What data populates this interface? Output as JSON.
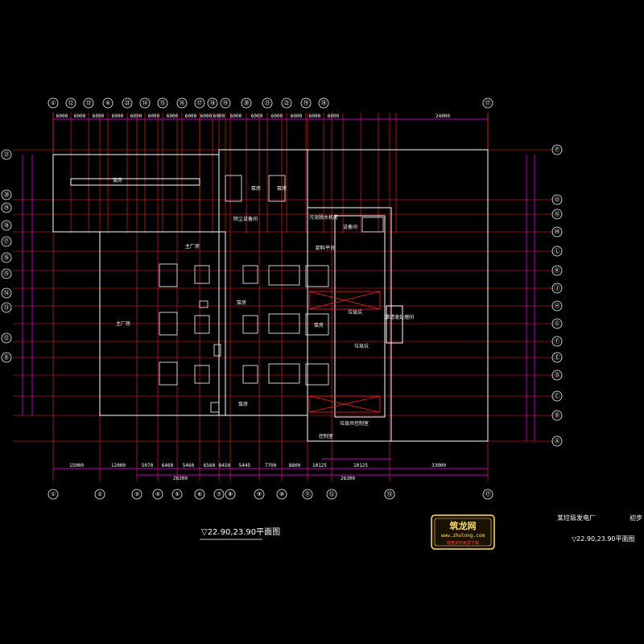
{
  "colors": {
    "background": "#000000",
    "axis": "#ff00ff",
    "grid": "#ff2020",
    "wall": "#ffffff",
    "stamp": "#ffe066"
  },
  "top_axes": [
    "①",
    "⑫",
    "⑬",
    "④",
    "㉓",
    "⑭",
    "⑮",
    "⑯",
    "⑰",
    "⑱",
    "⑲",
    "⑳",
    "㉑",
    "㉒",
    "⑲",
    "⑱",
    "⑰"
  ],
  "bottom_axes": [
    "①",
    "②",
    "③",
    "④",
    "⑤",
    "⑥",
    "⑦",
    "⑧",
    "⑨",
    "⑩",
    "⑪",
    "⑫",
    "⑬",
    "⑰"
  ],
  "left_axes": [
    "㉑",
    "⑳",
    "⑲",
    "⑱",
    "⑰",
    "⑯",
    "⑮",
    "⑭",
    "⑬",
    "⑫",
    "Ⓑ"
  ],
  "right_axes": [
    "Ⓟ",
    "Ⓞ",
    "Ⓝ",
    "Ⓜ",
    "Ⓛ",
    "Ⓚ",
    "Ⓙ",
    "Ⓗ",
    "Ⓖ",
    "Ⓕ",
    "Ⓔ",
    "Ⓓ",
    "Ⓒ",
    "Ⓑ",
    "Ⓐ"
  ],
  "top_dims": [
    "6000",
    "6000",
    "6000",
    "6000",
    "6000",
    "6000",
    "6000",
    "6000",
    "6000",
    "6000",
    "6000",
    "6000",
    "6000",
    "6000",
    "6000",
    "6000",
    "24000"
  ],
  "bottom_dims": [
    "15000",
    "12000",
    "5070",
    "6460",
    "5460",
    "6560",
    "8450",
    "5445",
    "7700",
    "8800",
    "10125",
    "10125",
    "33000"
  ],
  "bottom_total": [
    "26300",
    "26300"
  ],
  "rooms": {
    "r1": "泵房",
    "r2": "泵房",
    "r3": "泵房",
    "r4": "除尘设备间",
    "r5": "污泥脱水机房",
    "r6": "设备间",
    "r7": "主厂房",
    "r8": "主厂房",
    "r9": "泵房",
    "r10": "卸料平台",
    "r11": "垃圾坑",
    "r12": "垃圾坑",
    "r13": "渗滤液处理间",
    "r14": "垃圾吊控制室",
    "r15": "泵房",
    "r16": "泵房",
    "r17": "控制室"
  },
  "drawing_title": "▽22.90,23.90平面图",
  "project_name": "某垃圾发电厂",
  "stage": "初步",
  "sheet_title": "▽22.90,23.90平面图",
  "stamp": {
    "title": "筑龙网",
    "url": "www.zhulong.com",
    "foot": "建筑资料免费下载"
  }
}
